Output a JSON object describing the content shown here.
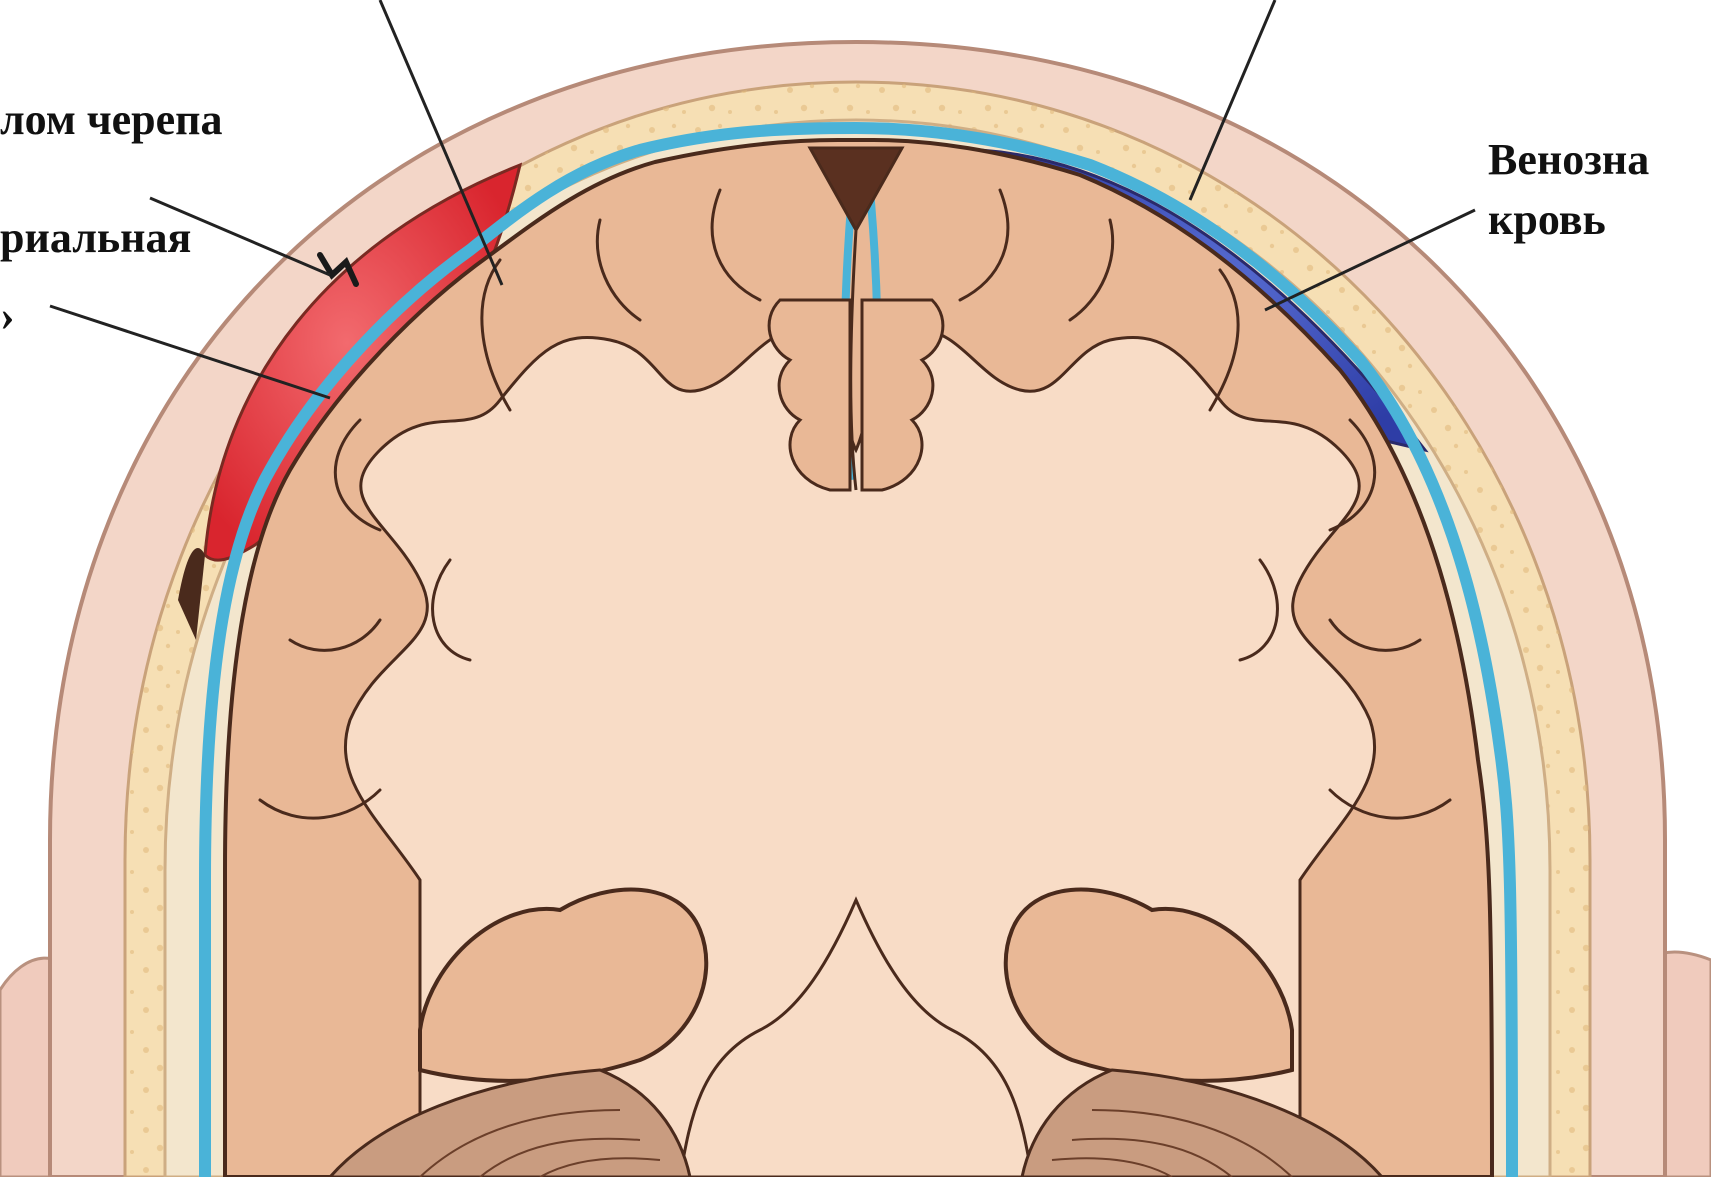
{
  "labels": {
    "fracture": "лом черепа",
    "arterial_line1": "риальная",
    "arterial_line2": "›",
    "venous_line1": "Венозна",
    "venous_line2": "кровь"
  },
  "colors": {
    "scalp": "#f3d6c8",
    "skull": "#f6dfb4",
    "skull_dots": "#e2bb7e",
    "dura_line": "#4ab3d8",
    "brain": "#e9b896",
    "white_matter": "#f8dcc6",
    "outline": "#4a2a1c",
    "arterial_blood": "#e63940",
    "venous_blood": "#3d4fb8",
    "cerebellum": "#c99c80"
  }
}
